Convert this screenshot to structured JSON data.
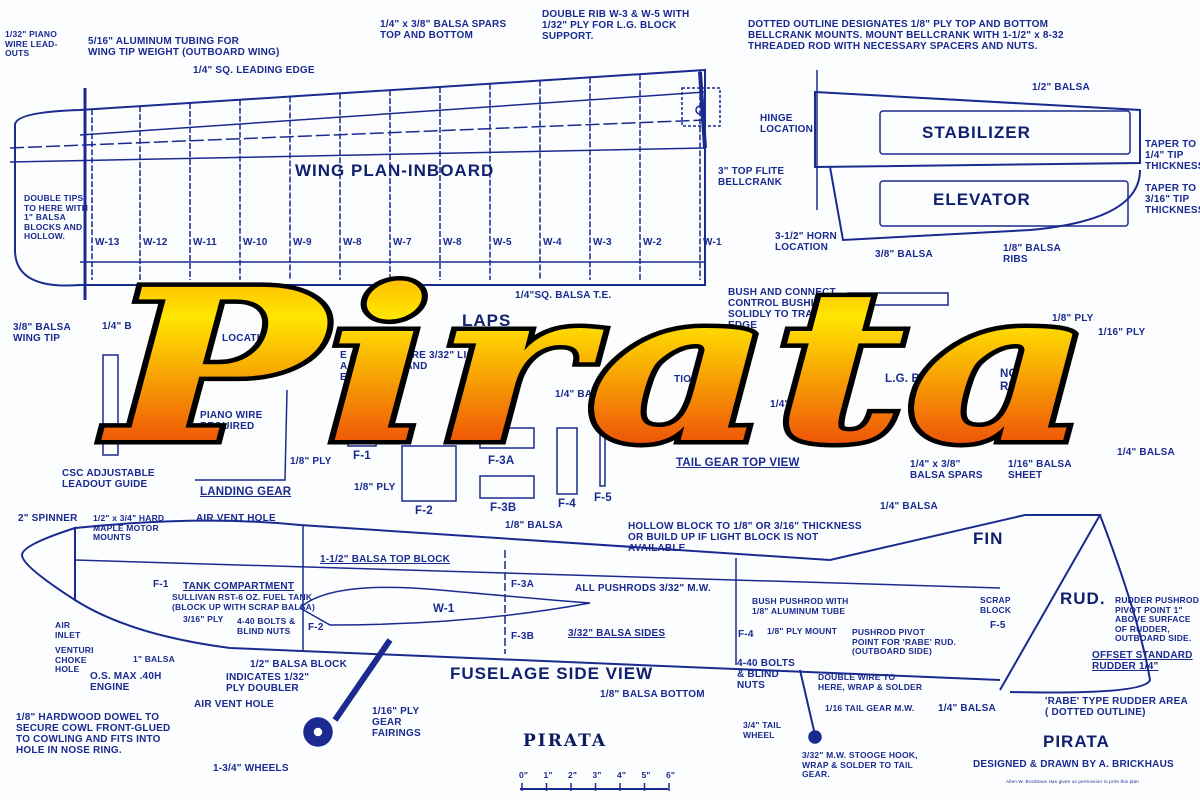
{
  "colors": {
    "ink": "#1a2a8e",
    "logo_top": "#ffe600",
    "logo_bottom": "#e8200a",
    "outline": "#000000"
  },
  "logo": "Pirata",
  "wing": {
    "title": "WING PLAN-INBOARD",
    "piano_wire": "1/32\" PIANO\nWIRE LEAD-\nOUTS",
    "tubing": "5/16\" ALUMINUM TUBING FOR\nWING TIP WEIGHT (OUTBOARD WING)",
    "leading_edge": "1/4\" SQ. LEADING EDGE",
    "spars": "1/4\" x 3/8\" BALSA SPARS\nTOP AND BOTTOM",
    "double_rib": "DOUBLE RIB W-3 & W-5 WITH\n1/32\" PLY FOR L.G. BLOCK\nSUPPORT.",
    "bellcrank_note": "DOTTED OUTLINE DESIGNATES 1/8\" PLY TOP AND BOTTOM\nBELLCRANK MOUNTS. MOUNT BELLCRANK WITH 1-1/2\" x 8-32\nTHREADED ROD WITH NECESSARY SPACERS AND NUTS.",
    "bellcrank": "3\" TOP FLITE\nBELLCRANK",
    "double_tips": "DOUBLE TIPS\nTO HERE WITH\n1\" BALSA\nBLOCKS AND\nHOLLOW.",
    "ribs": [
      "W-13",
      "W-12",
      "W-11",
      "W-10",
      "W-9",
      "W-8",
      "W-7",
      "W-8",
      "W-5",
      "W-4",
      "W-3",
      "W-2",
      "W-1"
    ],
    "wing_tip": "3/8\" BALSA\nWING TIP",
    "trailing_edge": "1/4\"SQ. BALSA T.E.",
    "bush": "BUSH AND CONNECT\nCONTROL BUSHINGS\nSOLIDLY TO TRAILING\nEDGE",
    "flaps": "LAPS"
  },
  "tail": {
    "half_balsa": "1/2\" BALSA",
    "hinge": "HINGE\nLOCATION",
    "stabilizer": "STABILIZER",
    "elevator": "ELEVATOR",
    "taper1": "TAPER TO\n1/4\" TIP\nTHICKNESS",
    "taper2": "TAPER TO\n3/16\" TIP\nTHICKNESS",
    "horn": "3-1/2\" HORN\nLOCATION",
    "three_eighths": "3/8\" BALSA",
    "ribs": "1/8\" BALSA\nRIBS"
  },
  "middle": {
    "quarter_b": "1/4\" B",
    "locations": "LOCATIONS",
    "piano_required": "PIANO WIRE\nREQUIRED",
    "note_frag": "E ALL W          RE 3/32\" LIGHT\nA, WI          S AND\nE 1/16\"",
    "csc": "CSC ADJUSTABLE\nLEADOUT GUIDE",
    "landing_gear": "LANDING GEAR",
    "ply1": "1/8\" PLY",
    "ply2": "1/8\" PLY",
    "f1": "F-1",
    "f2": "F-2",
    "f3a": "F-3A",
    "f3b": "F-3B",
    "f4": "F-4",
    "f5": "F-5",
    "eighth_balsa": "1/8\" BALSA",
    "quarter_bals": "1/4\" BALS",
    "tion": "TION",
    "tail_gear_top": "TAIL GEAR TOP VIEW",
    "sq_le": "1/4\" SQ. L.E.",
    "lg_block": "L.G. BLOCK",
    "nose_ring": "NOSE\nRING",
    "ply_18": "1/8\" PLY",
    "ply_116": "1/16\" PLY",
    "spars": "1/4\" x 3/8\"\nBALSA SPARS",
    "sheet": "1/16\" BALSA\nSHEET",
    "quarter_balsa_r": "1/4\" BALSA",
    "w1x": "W-1"
  },
  "fuselage": {
    "title": "FUSELAGE SIDE VIEW",
    "spinner": "2\" SPINNER",
    "mounts": "1/2\" x 3/4\" HARD\nMAPLE MOTOR\nMOUNTS",
    "vent_top": "AIR VENT HOLE",
    "hollow": "HOLLOW BLOCK TO 1/8\" OR 3/16\" THICKNESS\nOR BUILD UP IF LIGHT BLOCK IS NOT\nAVAILABLE.",
    "quarter_balsa_fin": "1/4\" BALSA",
    "fin": "FIN",
    "rud": "RUD.",
    "top_block": "1-1/2\" BALSA TOP BLOCK",
    "tank": "TANK COMPARTMENT",
    "tank_note": "SULLIVAN RST-6 OZ. FUEL TANK\n(BLOCK UP WITH SCRAP BALSA)",
    "f1": "F-1",
    "f2": "F-2",
    "w1": "W-1",
    "f3a": "F-3A",
    "f3b": "F-3B",
    "f4": "F-4",
    "f5": "F-5",
    "pushrods": "ALL PUSHRODS 3/32\" M.W.",
    "bush_pushrod": "BUSH PUSHROD WITH\n1/8\" ALUMINUM TUBE",
    "sides": "3/32\" BALSA SIDES",
    "ply_mount": "1/8\" PLY MOUNT",
    "scrap": "SCRAP\nBLOCK",
    "pivot_rabe": "PUSHROD PIVOT\nPOINT FOR 'RABE' RUD.\n(OUTBOARD SIDE)",
    "rudder_pivot": "RUDDER PUSHROD\nPIVOT POINT 1\"\nABOVE SURFACE\nOF RUDDER,\nOUTBOARD SIDE.",
    "offset": "OFFSET STANDARD\nRUDDER 1/4\"",
    "air_inlet": "AIR\nINLET",
    "venturi": "VENTURI\nCHOKE\nHOLE",
    "ply316": "3/16\" PLY",
    "bolts": "4-40 BOLTS &\nBLIND NUTS",
    "one_balsa": "1\" BALSA",
    "engine": "O.S. MAX .40H\nENGINE",
    "half_block": "1/2\" BALSA BLOCK",
    "doubler": "INDICATES 1/32\"\nPLY DOUBLER",
    "vent_bottom": "AIR VENT HOLE",
    "dowel": "1/8\" HARDWOOD DOWEL TO\nSECURE COWL FRONT-GLUED\nTO COWLING AND FITS INTO\nHOLE IN NOSE RING.",
    "fairings": "1/16\" PLY\nGEAR\nFAIRINGS",
    "wheels": "1-3/4\" WHEELS",
    "bottom": "1/8\" BALSA BOTTOM",
    "bolts2": "4-40 BOLTS\n& BLIND\nNUTS",
    "double_wire": "DOUBLE WIRE TO\nHERE, WRAP & SOLDER",
    "tail_gear_mw": "1/16 TAIL GEAR M.W.",
    "quarter_balsa_b": "1/4\" BALSA",
    "rabe": "'RABE' TYPE RUDDER AREA\n( DOTTED OUTLINE)",
    "tail_wheel": "3/4\" TAIL\nWHEEL",
    "stooge": "3/32\" M.W. STOOGE HOOK,\nWRAP & SOLDER TO TAIL\nGEAR."
  },
  "footer": {
    "name_logo": "PIRATA",
    "scale": [
      "0\"",
      "1\"",
      "2\"",
      "3\"",
      "4\"",
      "5\"",
      "6\""
    ],
    "title": "PIRATA",
    "designer": "DESIGNED & DRAWN BY A. BRICKHAUS",
    "permission": "Allen W. Brickhaus Has given us permission to print this plan"
  }
}
